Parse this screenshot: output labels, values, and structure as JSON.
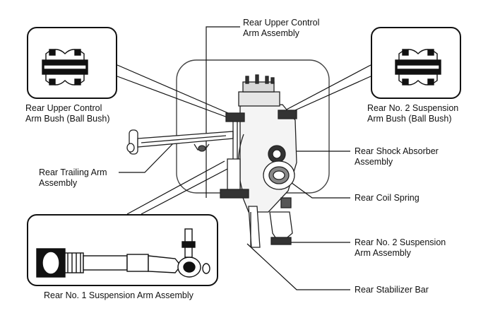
{
  "labels": {
    "upper_control_arm": [
      "Rear Upper Control",
      "Arm Assembly"
    ],
    "upper_control_arm_bush": [
      "Rear Upper Control",
      "Arm Bush (Ball Bush)"
    ],
    "no2_suspension_arm_bush": [
      "Rear No. 2 Suspension",
      "Arm Bush (Ball Bush)"
    ],
    "trailing_arm": [
      "Rear Trailing Arm",
      "Assembly"
    ],
    "shock_absorber": [
      "Rear Shock Absorber",
      "Assembly"
    ],
    "coil_spring": [
      "Rear Coil Spring"
    ],
    "no2_suspension_arm": [
      "Rear No. 2 Suspension",
      "Arm Assembly"
    ],
    "stabilizer_bar": [
      "Rear Stabilizer Bar"
    ],
    "no1_suspension_arm": [
      "Rear No. 1 Suspension Arm Assembly"
    ]
  }
}
